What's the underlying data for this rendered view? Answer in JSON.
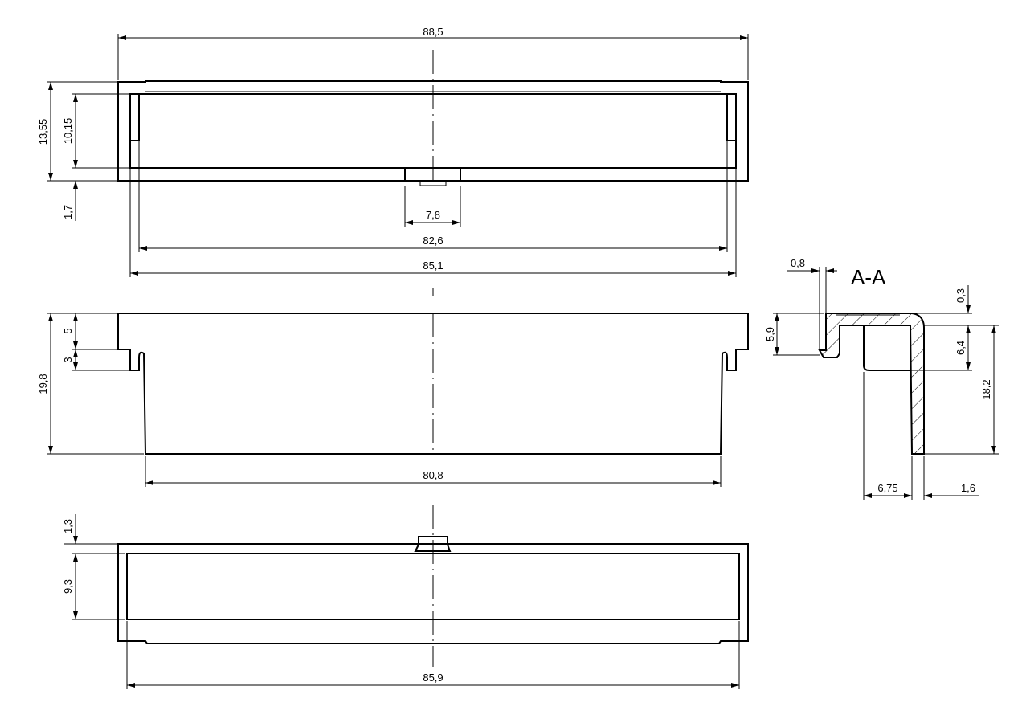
{
  "drawing": {
    "section_label": "A-A",
    "top_view": {
      "overall_width": "88,5",
      "height_total": "13,55",
      "inner_height": "10,15",
      "offset": "1,7",
      "tab_width": "7,8",
      "inner_width": "82,6",
      "outer_inner_width": "85,1"
    },
    "front_view": {
      "flange_height": "5",
      "step_height": "3",
      "total_height": "19,8",
      "body_width": "80,8"
    },
    "bottom_view": {
      "tab_height": "1,3",
      "inner_height": "9,3",
      "inner_width": "85,9"
    },
    "section": {
      "lip_thickness": "0,8",
      "top_thickness": "0,3",
      "lip_height": "5,9",
      "pocket_depth": "6,4",
      "wall_height": "18,2",
      "pocket_width": "6,75",
      "wall_thickness": "1,6"
    }
  }
}
